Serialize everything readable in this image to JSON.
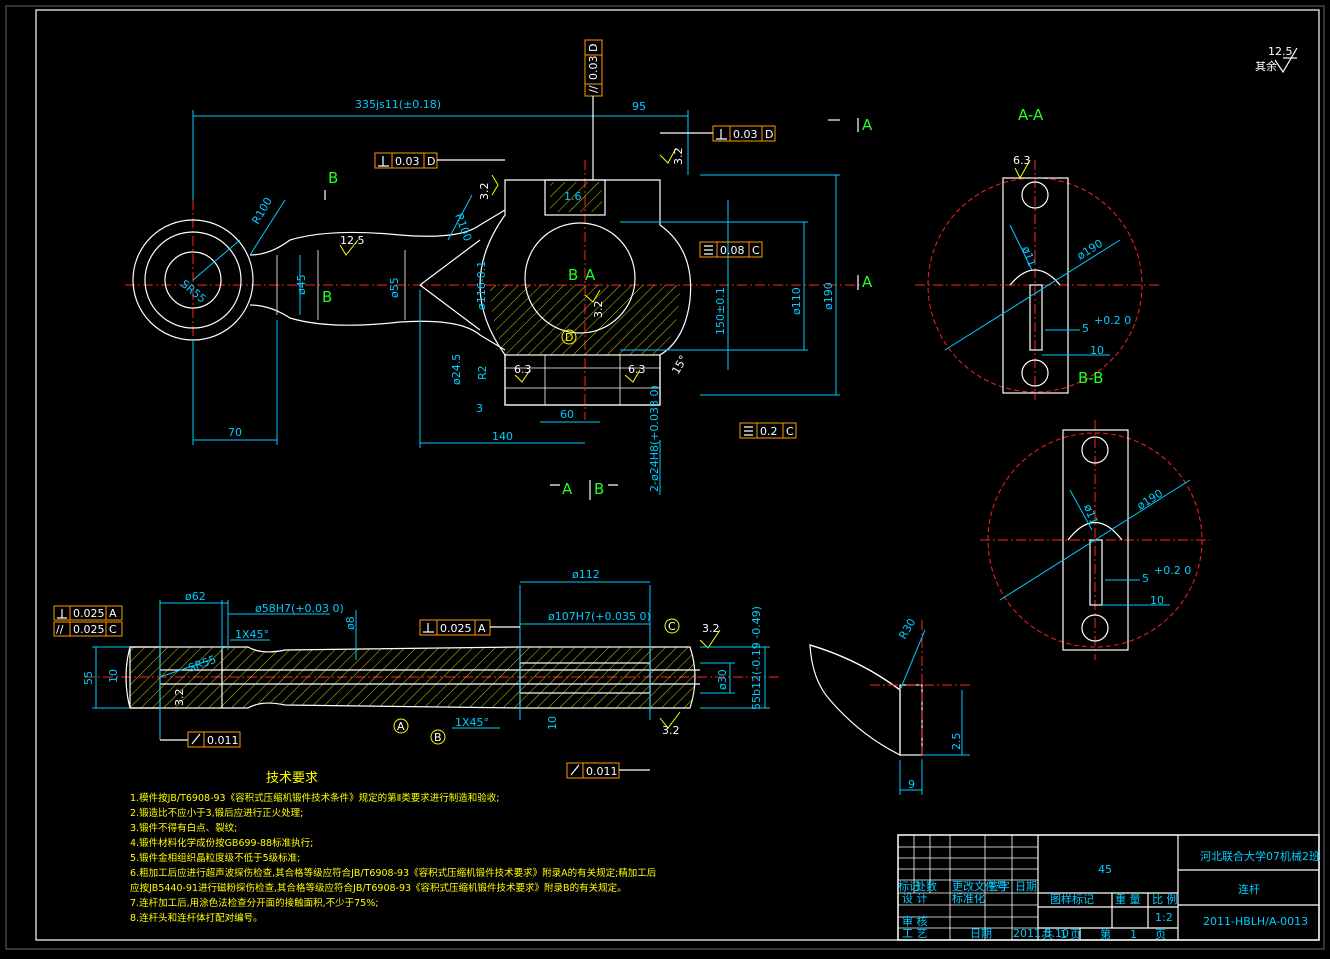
{
  "drawing": {
    "roughness_top": "12.5",
    "roughness_top_note": "其余",
    "section_labels": {
      "aa_title": "A-A",
      "bb_title": "B-B",
      "view_a1": "A",
      "view_a2": "A",
      "view_b1": "B",
      "view_b2": "B",
      "bottom_a": "A",
      "bottom_b": "B",
      "center_b": "B",
      "center_a": "A"
    },
    "dimensions_front": {
      "overall": "335js11(±0.18)",
      "d95": "95",
      "r100_left": "R100",
      "r100_right": "R100",
      "sr55": "SR55",
      "phi45": "ø45",
      "phi55": "ø55",
      "phi116": "ø116-0.1",
      "d24_5": "ø24.5",
      "r2": "R2",
      "d3": "3",
      "d70": "70",
      "d140": "140",
      "d60": "60",
      "phi110": "ø110",
      "phi190": "ø190",
      "d150": "150±0.1",
      "d1_6": "1.6",
      "r3_2a": "3.2",
      "r3_2b": "3.2",
      "r3_2c": "3.2",
      "r6_3a": "6.3",
      "r6_3b": "6.3",
      "r12_5": "12.5",
      "hole_2": "2-ø24H8(+0.033 0)",
      "datum_d": "D",
      "chamfer_15": "15°"
    },
    "tolerances": {
      "parallel_top_sym": "//",
      "parallel_top_val": "0.03",
      "parallel_top_ref": "D",
      "perp_right_val": "0.03",
      "perp_right_ref": "D",
      "perp_left_val": "0.03",
      "perp_left_ref": "D",
      "flat_c_val": "0.08",
      "flat_c_ref": "C",
      "flat_c2_val": "0.2",
      "flat_c2_ref": "C"
    },
    "section_aa": {
      "r6_3": "6.3",
      "phi190": "ø190",
      "phi11": "ø11",
      "d5": "5",
      "d5_tol": "+0.2 0",
      "d10": "10"
    },
    "section_bb": {
      "phi190": "ø190",
      "phi11": "ø11",
      "d5": "5",
      "d5_tol": "+0.2 0",
      "d10": "10"
    },
    "dimensions_side": {
      "perp_val": "0.025",
      "perp_ref": "A",
      "par_val": "0.025",
      "par_ref": "C",
      "phi62": "ø62",
      "phi58": "ø58H7(+0.03 0)",
      "chamfer1": "1X45°",
      "phi8": "ø8",
      "perp2_val": "0.025",
      "perp2_ref": "A",
      "phi112": "ø112",
      "phi107": "ø107H7(+0.035 0)",
      "datum_c": "C",
      "r3_2": "3.2",
      "d55": "55",
      "d10": "10",
      "sr55": "SR55",
      "r3_2b": "3.2",
      "phi30": "ø30",
      "d55b12": "55b12(-0.19 -0.49)",
      "r3_2c": "3.2",
      "datum_a": "A",
      "datum_b": "B",
      "chamfer2": "1X45°",
      "d10b": "10",
      "runout1": "0.011",
      "runout2": "0.011"
    },
    "detail": {
      "r30": "R30",
      "d9": "9",
      "d2_5": "2.5"
    }
  },
  "tech_requirements": {
    "title": "技术要求",
    "items": [
      "1.模件按JB/T6908-93《容积式压缩机锻件技术条件》规定的第Ⅱ类要求进行制造和验收;",
      "2.锻造比不应小于3,锻后应进行正火处理;",
      "3.锻件不得有白点、裂纹;",
      "4.锻件材料化学成份按GB699-88标准执行;",
      "5.锻件金相组织晶粒度级不低于5级标准;",
      "6.粗加工后应进行超声波探伤检查,其合格等级应符合JB/T6908-93《容积式压缩机锻件技术要求》附录A的有关规定;精加工后",
      "应按JB5440-91进行磁粉探伤检查,其合格等级应符合JB/T6908-93《容积式压缩机锻件技术要求》附录B的有关规定。",
      "7.连杆加工后,用涂色法检查分开面的接触面积,不少于75%;",
      "8.连杆头和连杆体打配对编号。"
    ]
  },
  "title_block": {
    "material": "45",
    "school": "河北联合大学07机械2班",
    "part_name": "连杆",
    "drawing_no": "2011-HBLH/A-0013",
    "row_labels": [
      "标记",
      "处数",
      "更改文件号",
      "签字",
      "日期"
    ],
    "design": "设 计",
    "standard": "标准化",
    "review": "审 核",
    "process": "工 艺",
    "date_label": "日期",
    "date_val": "2011.5.10",
    "stage_mark": "图样标记",
    "weight": "重 量",
    "scale": "比 例",
    "scale_val": "1:2",
    "total": "共",
    "total_n": "1",
    "page_unit": "页",
    "sheet": "第",
    "sheet_n": "1",
    "sheet_unit": "页"
  }
}
